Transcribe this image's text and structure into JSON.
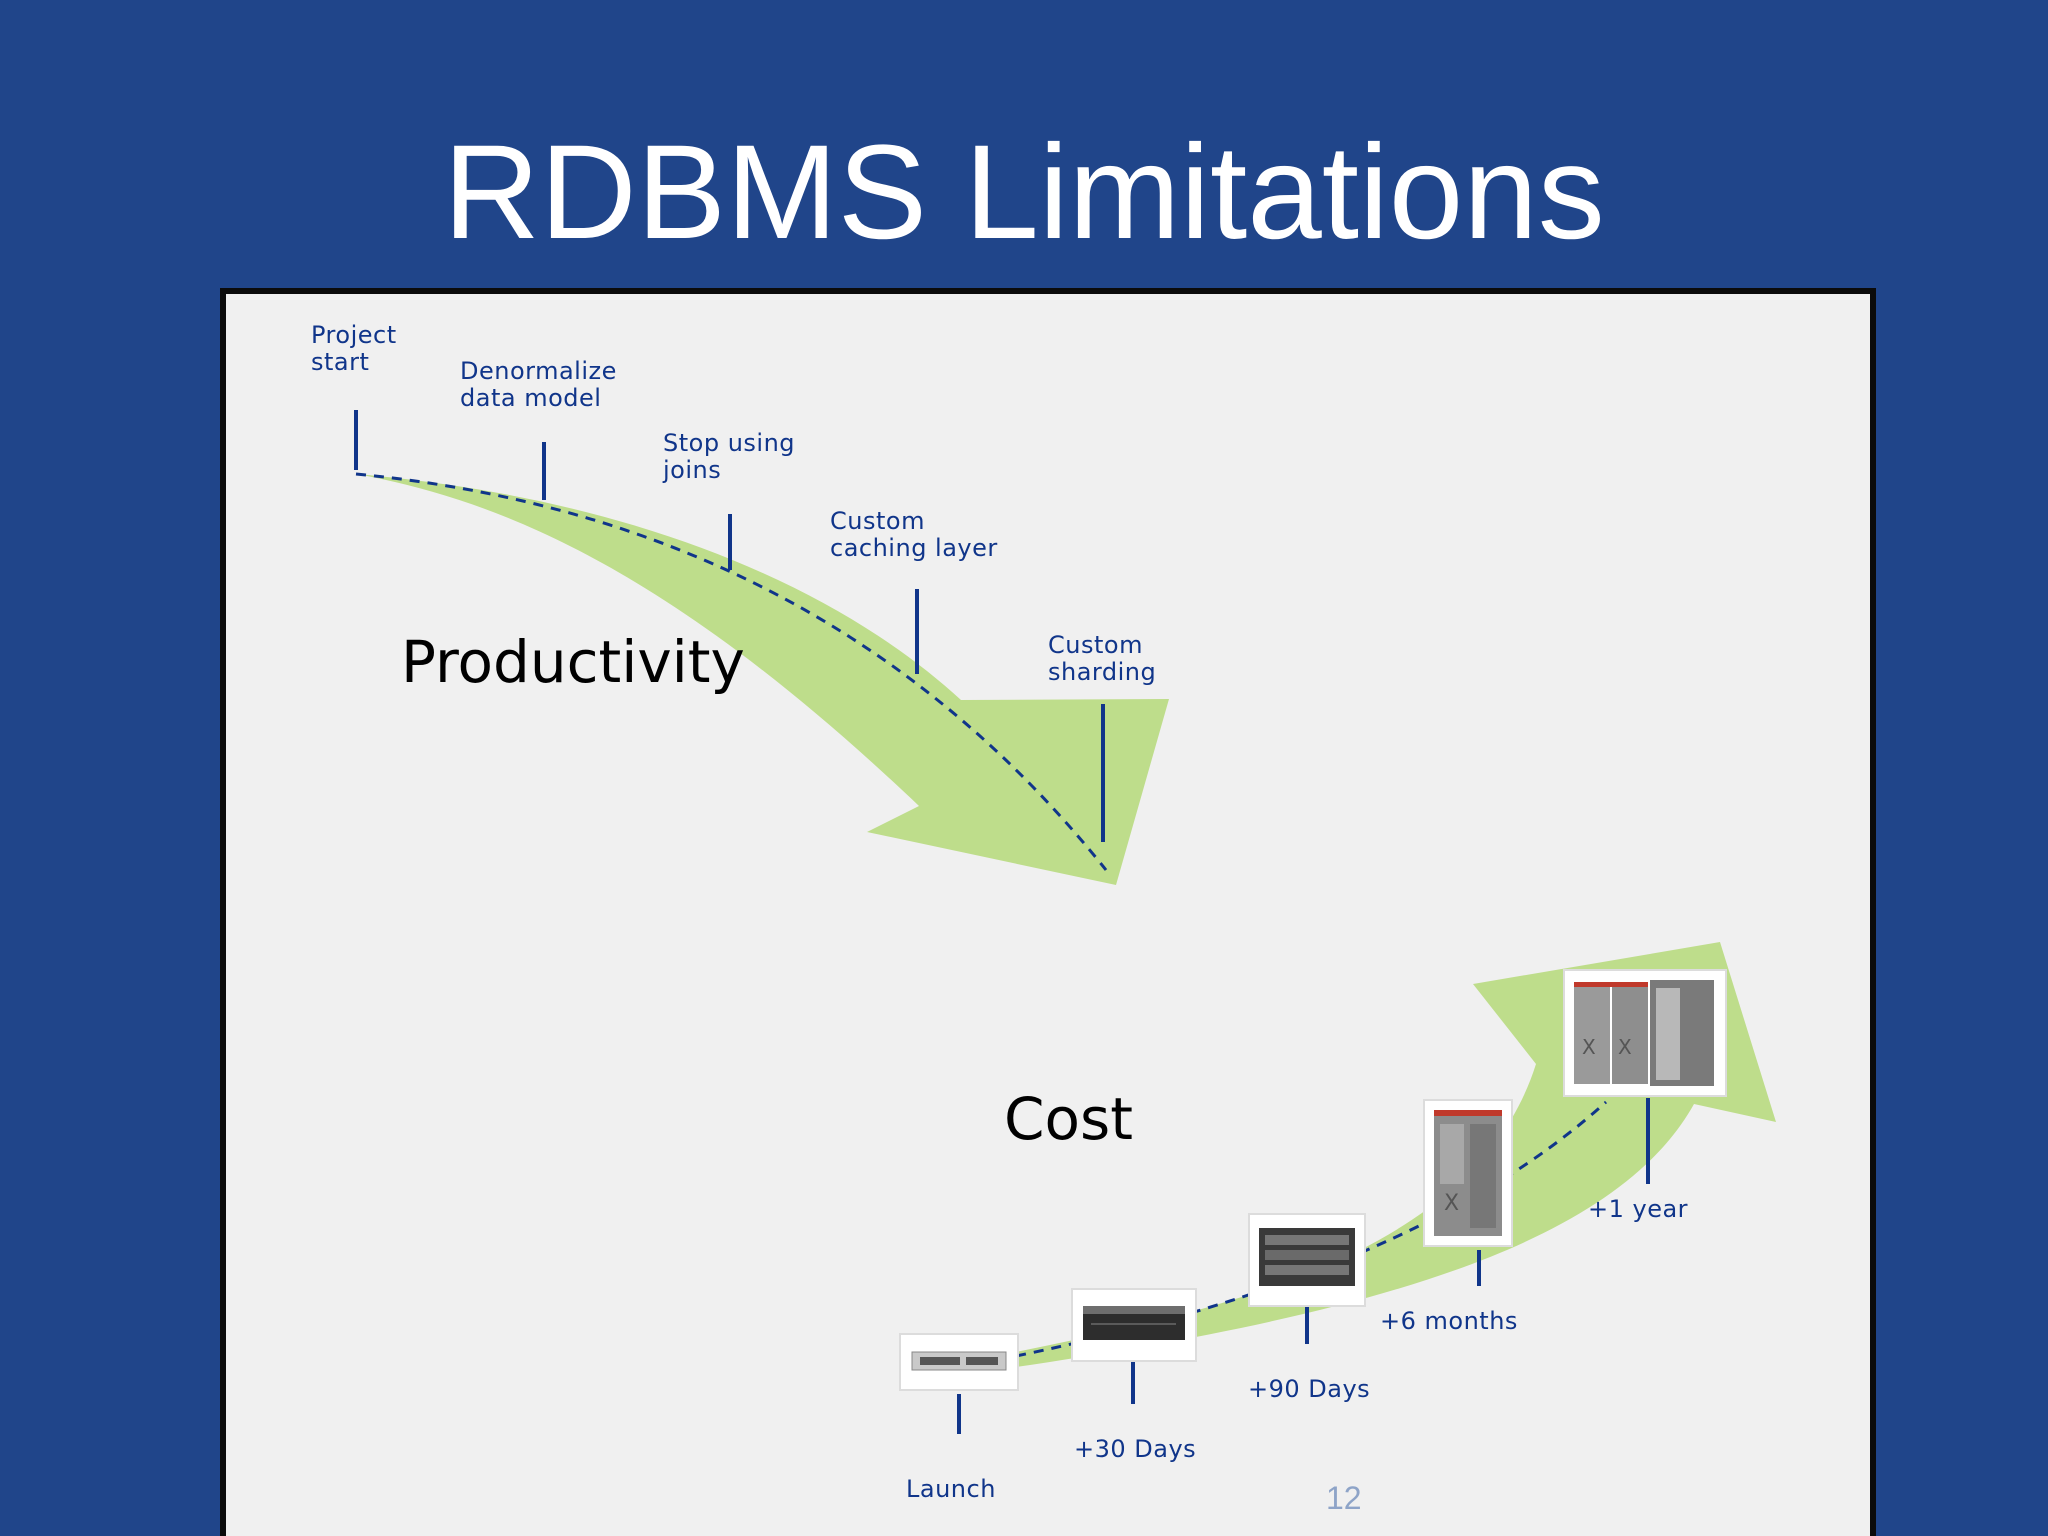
{
  "slide": {
    "title": "RDBMS Limitations",
    "page_number": "12"
  },
  "productivity": {
    "label": "Productivity",
    "milestones": [
      {
        "label": "Project\nstart"
      },
      {
        "label": "Denormalize\ndata model"
      },
      {
        "label": "Stop using\njoins"
      },
      {
        "label": "Custom\ncaching layer"
      },
      {
        "label": "Custom\nsharding"
      }
    ]
  },
  "cost": {
    "label": "Cost",
    "milestones": [
      {
        "label": "Launch",
        "icon": "rack-server-1u-icon"
      },
      {
        "label": "+30 Days",
        "icon": "rack-server-2u-icon"
      },
      {
        "label": "+90 Days",
        "icon": "rack-server-4u-icon"
      },
      {
        "label": "+6 months",
        "icon": "tower-server-icon"
      },
      {
        "label": "+1 year",
        "icon": "server-cabinets-icon"
      }
    ]
  },
  "colors": {
    "background": "#20458a",
    "arrow_fill": "#bedd8b",
    "marker": "#10358a",
    "panel": "#f0f0f0"
  }
}
